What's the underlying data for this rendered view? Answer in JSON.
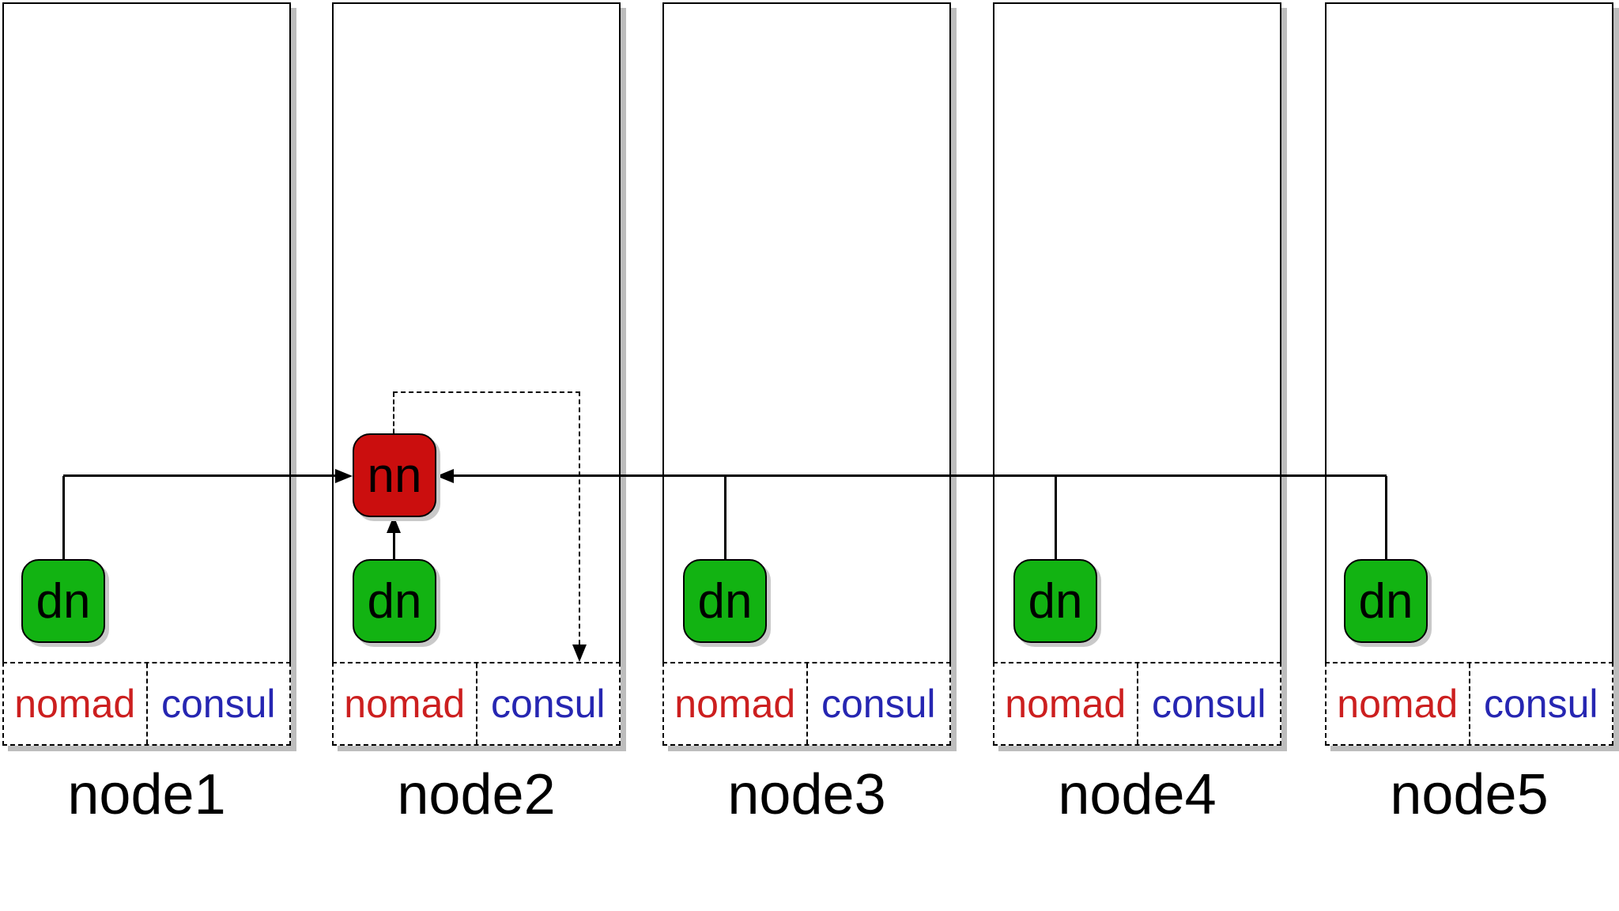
{
  "diagram": {
    "kind": "cluster-architecture-diagram",
    "colors": {
      "background": "#ffffff",
      "line": "#000000",
      "shadow": "#bdbdbd",
      "nn_fill": "#cb0e0e",
      "dn_fill": "#12b312",
      "nomad_text": "#cc1f1f",
      "consul_text": "#2626b2"
    },
    "nn": {
      "label": "nn"
    },
    "nodes": [
      {
        "label": "node1",
        "dn_label": "dn",
        "nomad_label": "nomad",
        "consul_label": "consul"
      },
      {
        "label": "node2",
        "dn_label": "dn",
        "nomad_label": "nomad",
        "consul_label": "consul"
      },
      {
        "label": "node3",
        "dn_label": "dn",
        "nomad_label": "nomad",
        "consul_label": "consul"
      },
      {
        "label": "node4",
        "dn_label": "dn",
        "nomad_label": "nomad",
        "consul_label": "consul"
      },
      {
        "label": "node5",
        "dn_label": "dn",
        "nomad_label": "nomad",
        "consul_label": "consul"
      }
    ],
    "edges": [
      "dn@node1 -> nn",
      "dn@node2 -> nn",
      "dn@node3 -> nn",
      "dn@node4 -> nn",
      "dn@node5 -> nn",
      "nn -> consul@node2 (dashed)"
    ]
  }
}
